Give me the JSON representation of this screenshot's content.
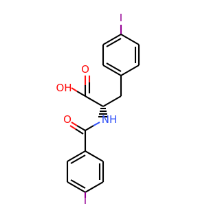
{
  "molecule": {
    "atoms": {
      "iodine_top": "I",
      "iodine_bottom": "I",
      "hydroxyl": "OH",
      "carbonyl_oxygen_acid": "O",
      "carbonyl_oxygen_amide": "O",
      "amide_nitrogen": "NH"
    },
    "colors": {
      "bond": "#000000",
      "oxygen": "#ff0d0d",
      "nitrogen": "#3050f8",
      "iodine": "#940094",
      "background": "#ffffff"
    }
  }
}
